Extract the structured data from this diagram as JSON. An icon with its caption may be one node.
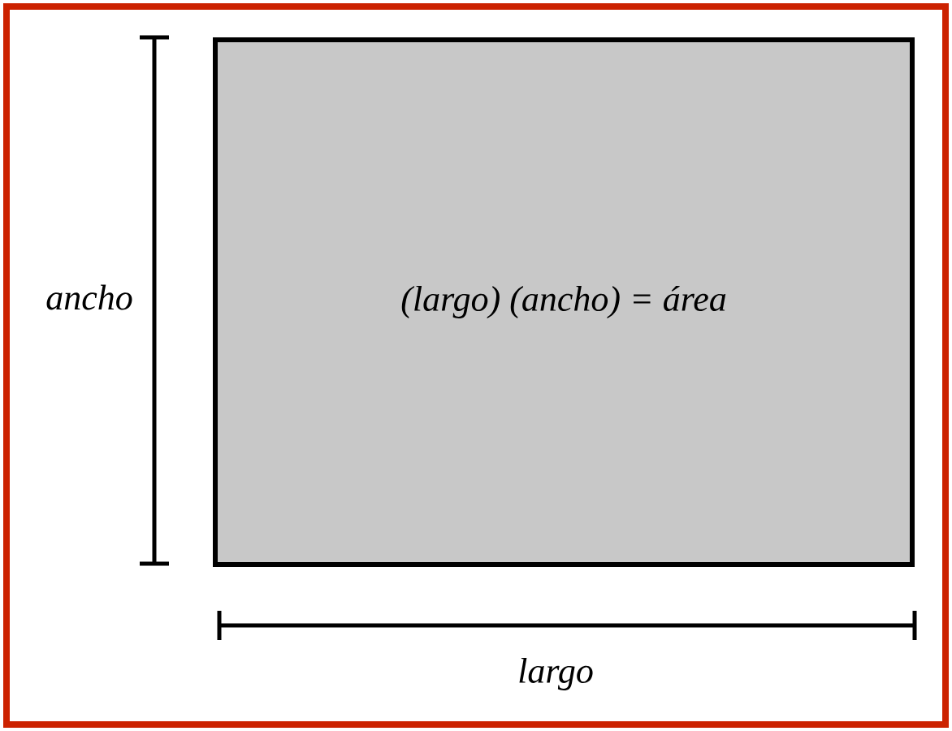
{
  "diagram": {
    "nodes": [
      {
        "text": [
          "(largo) (ancho) = área"
        ]
      }
    ],
    "labels": [
      "ancho",
      "largo"
    ]
  }
}
